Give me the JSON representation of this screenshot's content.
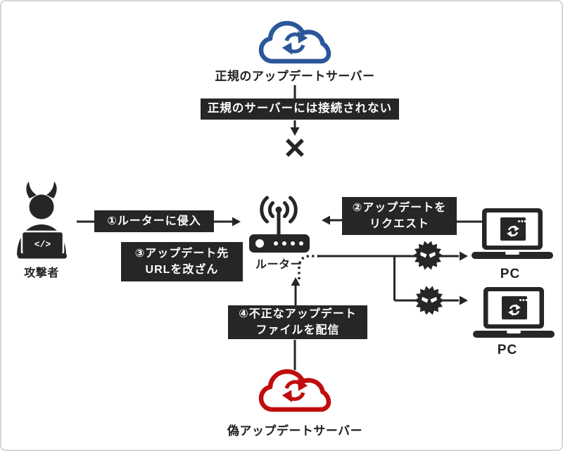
{
  "colors": {
    "legit_blue": "#2B579A",
    "fake_red": "#C00C0C",
    "dark": "#262626",
    "white": "#ffffff"
  },
  "nodes": {
    "legit_server": {
      "label": "正規のアップデートサーバー"
    },
    "fake_server": {
      "label": "偽アップデートサーバー"
    },
    "attacker": {
      "label": "攻撃者",
      "laptop_code": "</>"
    },
    "router": {
      "label": "ルーター"
    },
    "pc1": {
      "label": "PC"
    },
    "pc2": {
      "label": "PC"
    }
  },
  "callouts": {
    "blocked_notice": "正規のサーバーには接続されない",
    "step1": "①ルーターに侵入",
    "step2": [
      "②アップデートを",
      "リクエスト"
    ],
    "step3": [
      "③アップデート先",
      "URLを改ざん"
    ],
    "step4": [
      "④不正なアップデート",
      "ファイルを配信"
    ]
  },
  "icons": {
    "legit_cloud": "cloud-sync",
    "fake_cloud": "cloud-sync",
    "attacker": "devil-coder-laptop",
    "router": "wifi-router",
    "pc": "laptop-browser-sync",
    "malware": "spiky-malware",
    "blocked": "x-mark"
  }
}
